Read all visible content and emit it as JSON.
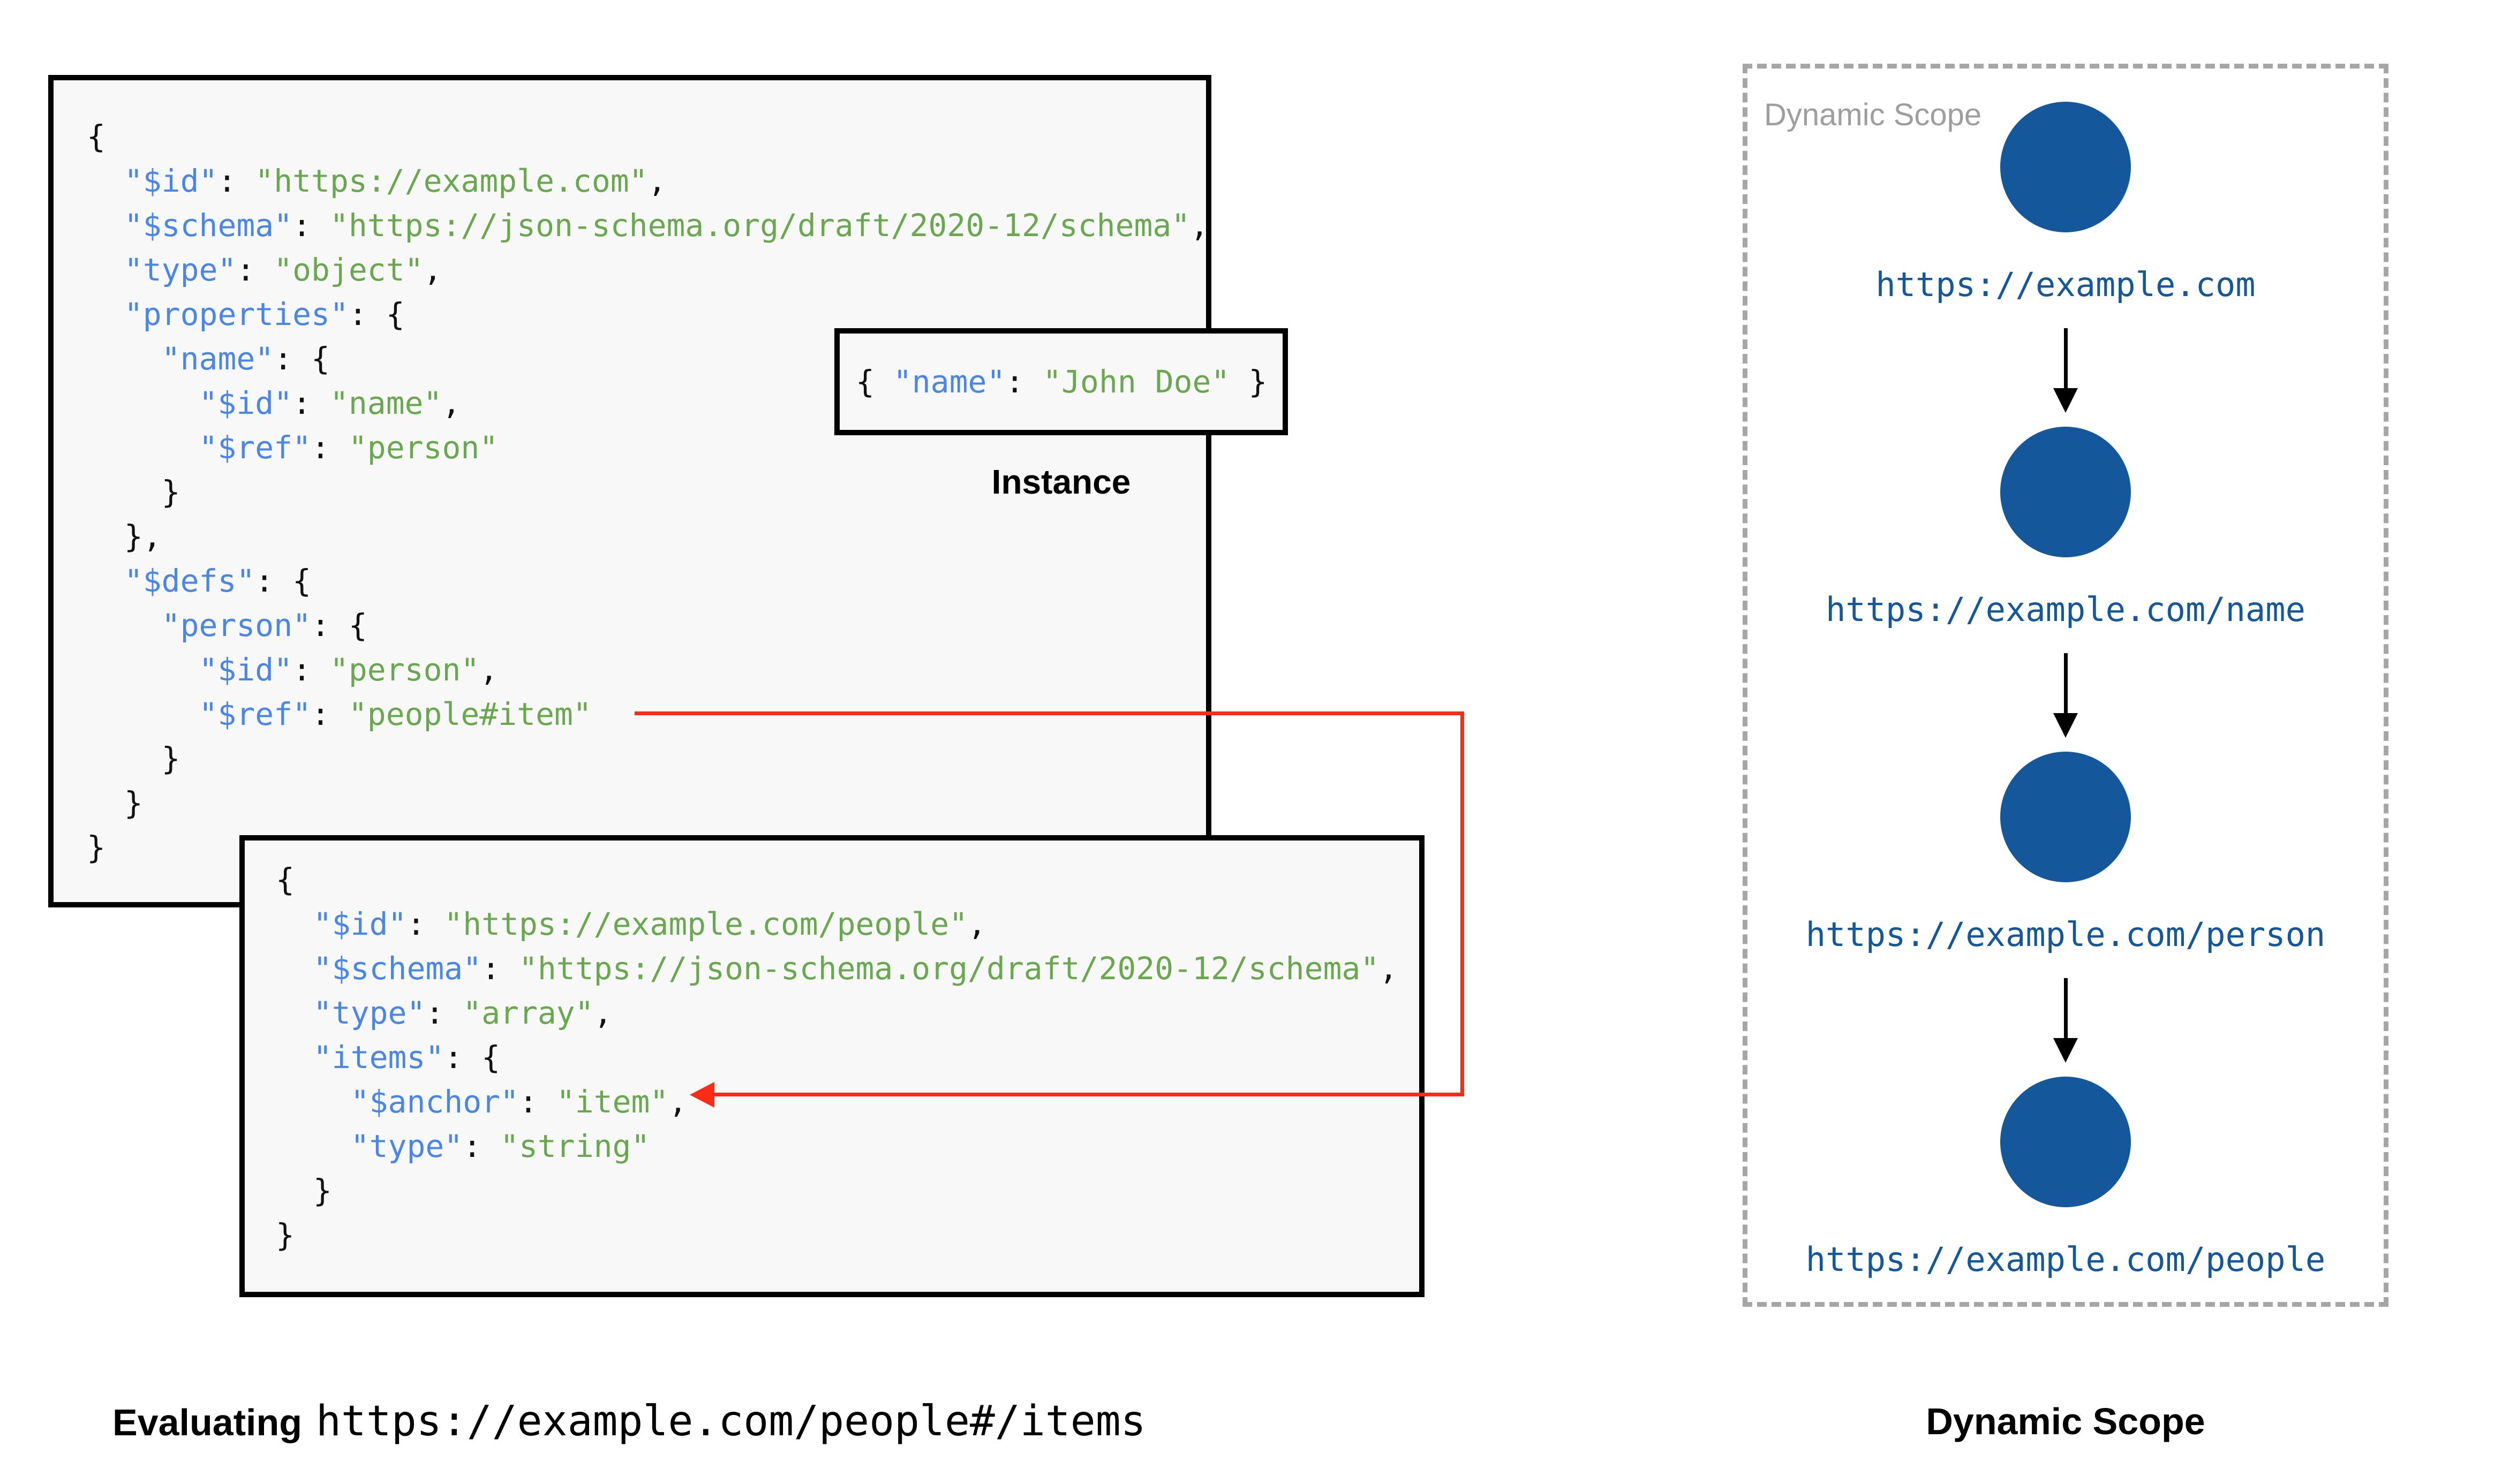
{
  "colors": {
    "key": "#4a86e8",
    "str": "#6aa84f",
    "punct": "#111111",
    "box_bg": "#f8f8f8",
    "box_border": "#000000",
    "red": "#fb2b16",
    "node": "#15579b",
    "gray_label": "#9e9e9e",
    "dash": "#a6a6a6"
  },
  "schema_root": {
    "lines": [
      [
        {
          "t": "{",
          "c": "p"
        }
      ],
      [
        {
          "t": "  ",
          "c": "p"
        },
        {
          "t": "\"$id\"",
          "c": "k"
        },
        {
          "t": ": ",
          "c": "p"
        },
        {
          "t": "\"https://example.com\"",
          "c": "s"
        },
        {
          "t": ",",
          "c": "p"
        }
      ],
      [
        {
          "t": "  ",
          "c": "p"
        },
        {
          "t": "\"$schema\"",
          "c": "k"
        },
        {
          "t": ": ",
          "c": "p"
        },
        {
          "t": "\"https://json-schema.org/draft/2020-12/schema\"",
          "c": "s"
        },
        {
          "t": ",",
          "c": "p"
        }
      ],
      [
        {
          "t": "  ",
          "c": "p"
        },
        {
          "t": "\"type\"",
          "c": "k"
        },
        {
          "t": ": ",
          "c": "p"
        },
        {
          "t": "\"object\"",
          "c": "s"
        },
        {
          "t": ",",
          "c": "p"
        }
      ],
      [
        {
          "t": "  ",
          "c": "p"
        },
        {
          "t": "\"properties\"",
          "c": "k"
        },
        {
          "t": ": {",
          "c": "p"
        }
      ],
      [
        {
          "t": "    ",
          "c": "p"
        },
        {
          "t": "\"name\"",
          "c": "k"
        },
        {
          "t": ": {",
          "c": "p"
        }
      ],
      [
        {
          "t": "      ",
          "c": "p"
        },
        {
          "t": "\"$id\"",
          "c": "k"
        },
        {
          "t": ": ",
          "c": "p"
        },
        {
          "t": "\"name\"",
          "c": "s"
        },
        {
          "t": ",",
          "c": "p"
        }
      ],
      [
        {
          "t": "      ",
          "c": "p"
        },
        {
          "t": "\"$ref\"",
          "c": "k"
        },
        {
          "t": ": ",
          "c": "p"
        },
        {
          "t": "\"person\"",
          "c": "s"
        }
      ],
      [
        {
          "t": "    }",
          "c": "p"
        }
      ],
      [
        {
          "t": "  },",
          "c": "p"
        }
      ],
      [
        {
          "t": "  ",
          "c": "p"
        },
        {
          "t": "\"$defs\"",
          "c": "k"
        },
        {
          "t": ": {",
          "c": "p"
        }
      ],
      [
        {
          "t": "    ",
          "c": "p"
        },
        {
          "t": "\"person\"",
          "c": "k"
        },
        {
          "t": ": {",
          "c": "p"
        }
      ],
      [
        {
          "t": "      ",
          "c": "p"
        },
        {
          "t": "\"$id\"",
          "c": "k"
        },
        {
          "t": ": ",
          "c": "p"
        },
        {
          "t": "\"person\"",
          "c": "s"
        },
        {
          "t": ",",
          "c": "p"
        }
      ],
      [
        {
          "t": "      ",
          "c": "p"
        },
        {
          "t": "\"$ref\"",
          "c": "k"
        },
        {
          "t": ": ",
          "c": "p"
        },
        {
          "t": "\"people#item\"",
          "c": "s"
        }
      ],
      [
        {
          "t": "    }",
          "c": "p"
        }
      ],
      [
        {
          "t": "  }",
          "c": "p"
        }
      ],
      [
        {
          "t": "}",
          "c": "p"
        }
      ]
    ]
  },
  "schema_people": {
    "lines": [
      [
        {
          "t": "{",
          "c": "p"
        }
      ],
      [
        {
          "t": "  ",
          "c": "p"
        },
        {
          "t": "\"$id\"",
          "c": "k"
        },
        {
          "t": ": ",
          "c": "p"
        },
        {
          "t": "\"https://example.com/people\"",
          "c": "s"
        },
        {
          "t": ",",
          "c": "p"
        }
      ],
      [
        {
          "t": "  ",
          "c": "p"
        },
        {
          "t": "\"$schema\"",
          "c": "k"
        },
        {
          "t": ": ",
          "c": "p"
        },
        {
          "t": "\"https://json-schema.org/draft/2020-12/schema\"",
          "c": "s"
        },
        {
          "t": ",",
          "c": "p"
        }
      ],
      [
        {
          "t": "  ",
          "c": "p"
        },
        {
          "t": "\"type\"",
          "c": "k"
        },
        {
          "t": ": ",
          "c": "p"
        },
        {
          "t": "\"array\"",
          "c": "s"
        },
        {
          "t": ",",
          "c": "p"
        }
      ],
      [
        {
          "t": "  ",
          "c": "p"
        },
        {
          "t": "\"items\"",
          "c": "k"
        },
        {
          "t": ": {",
          "c": "p"
        }
      ],
      [
        {
          "t": "    ",
          "c": "p"
        },
        {
          "t": "\"$anchor\"",
          "c": "k"
        },
        {
          "t": ": ",
          "c": "p"
        },
        {
          "t": "\"item\"",
          "c": "s"
        },
        {
          "t": ",",
          "c": "p"
        }
      ],
      [
        {
          "t": "    ",
          "c": "p"
        },
        {
          "t": "\"type\"",
          "c": "k"
        },
        {
          "t": ": ",
          "c": "p"
        },
        {
          "t": "\"string\"",
          "c": "s"
        }
      ],
      [
        {
          "t": "  }",
          "c": "p"
        }
      ],
      [
        {
          "t": "}",
          "c": "p"
        }
      ]
    ]
  },
  "instance": {
    "caption": "Instance",
    "lines": [
      [
        {
          "t": "{ ",
          "c": "p"
        },
        {
          "t": "\"name\"",
          "c": "k"
        },
        {
          "t": ": ",
          "c": "p"
        },
        {
          "t": "\"John Doe\"",
          "c": "s"
        },
        {
          "t": " }",
          "c": "p"
        }
      ]
    ]
  },
  "evaluating": {
    "label": "Evaluating",
    "uri": "https://example.com/people#/items"
  },
  "dynamic_scope": {
    "watermark": "Dynamic Scope",
    "caption": "Dynamic Scope",
    "nodes": [
      {
        "label": "https://example.com"
      },
      {
        "label": "https://example.com/name"
      },
      {
        "label": "https://example.com/person"
      },
      {
        "label": "https://example.com/people"
      }
    ]
  }
}
